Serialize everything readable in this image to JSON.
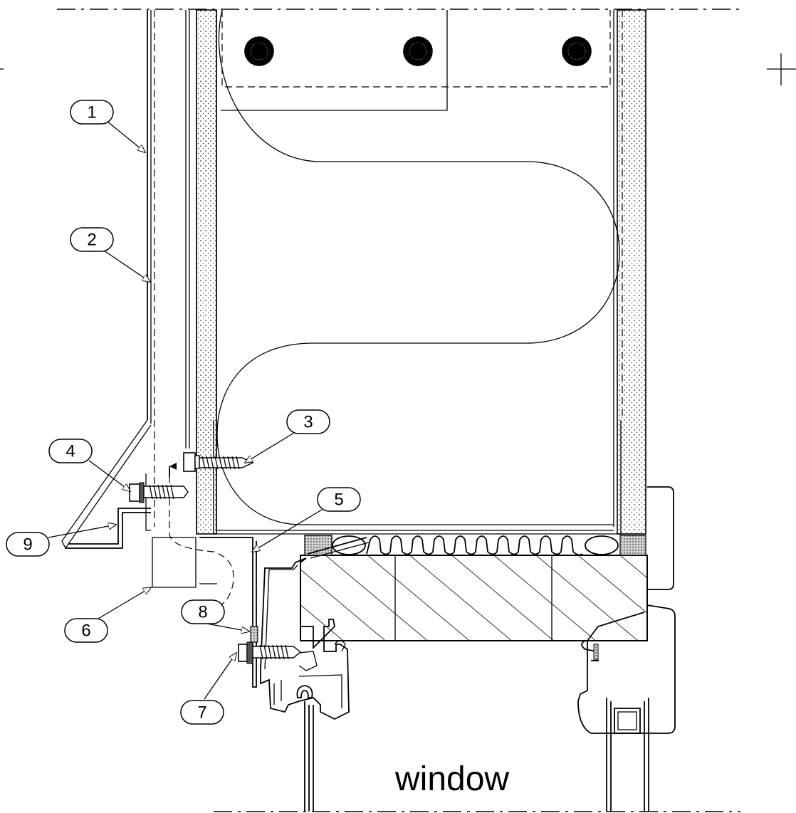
{
  "drawing": {
    "main_label": "window",
    "callouts": [
      {
        "id": "1",
        "label": "1"
      },
      {
        "id": "2",
        "label": "2"
      },
      {
        "id": "3",
        "label": "3"
      },
      {
        "id": "4",
        "label": "4"
      },
      {
        "id": "5",
        "label": "5"
      },
      {
        "id": "6",
        "label": "6"
      },
      {
        "id": "7",
        "label": "7"
      },
      {
        "id": "8",
        "label": "8"
      },
      {
        "id": "9",
        "label": "9"
      }
    ]
  }
}
